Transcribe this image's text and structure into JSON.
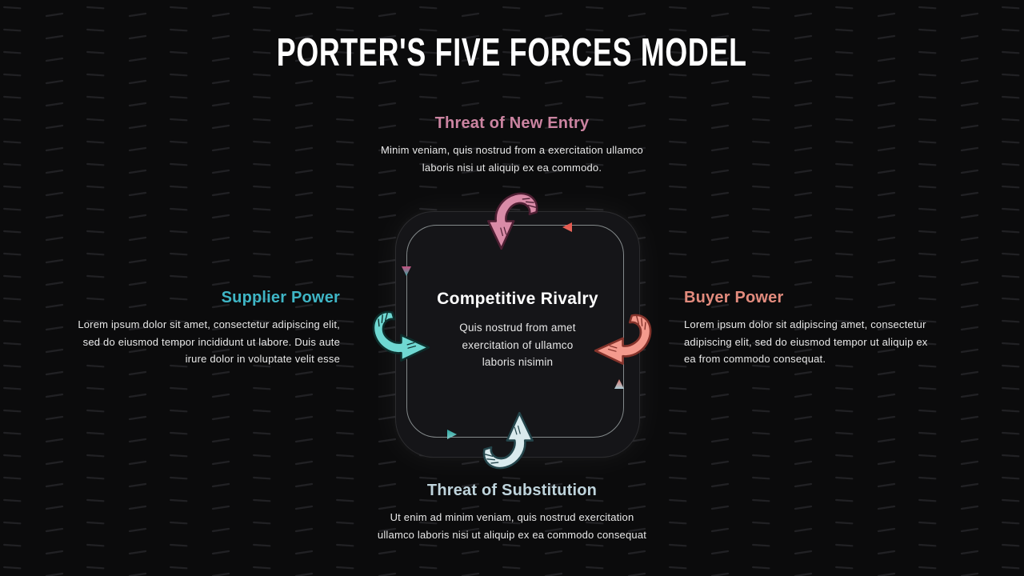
{
  "slide": {
    "title": "PORTER'S FIVE FORCES MODEL",
    "background_color": "#0b0b0c",
    "pattern_dash_color": "#242428"
  },
  "center": {
    "title": "Competitive Rivalry",
    "lines": [
      "Quis nostrud from amet",
      "exercitation of ullamco",
      "laboris nisimin"
    ]
  },
  "forces": {
    "top": {
      "title": "Threat of New Entry",
      "lines": [
        "Minim veniam, quis nostrud from a exercitation ullamco",
        "laboris nisi ut aliquip ex ea commodo."
      ],
      "accent_color": "#cb84a1",
      "arrow_fill": "#d98ba7",
      "arrow_outline": "#4e1f33"
    },
    "left": {
      "title": "Supplier Power",
      "lines": [
        "Lorem ipsum dolor sit amet, consectetur adipiscing elit,",
        "sed do eiusmod tempor incididunt ut labore. Duis aute",
        "irure dolor in voluptate velit esse"
      ],
      "accent_color": "#3fb6c6",
      "arrow_fill": "#6fd8d2",
      "arrow_outline": "#0d2e2c"
    },
    "right": {
      "title": "Buyer Power",
      "lines": [
        "Lorem ipsum dolor sit adipiscing amet, consectetur",
        "adipiscing elit, sed do eiusmod tempor ut aliquip ex",
        "ea from commodo consequat."
      ],
      "accent_color": "#e28b7d",
      "arrow_fill": "#f49a8d",
      "arrow_outline": "#84332b"
    },
    "bottom": {
      "title": "Threat of Substitution",
      "lines": [
        "Ut enim ad minim veniam, quis nostrud exercitation",
        "ullamco laboris nisi ut aliquip ex ea commodo consequat"
      ],
      "accent_color": "#bfd4dc",
      "arrow_fill": "#d9eaed",
      "arrow_outline": "#24454b"
    }
  },
  "triangles": {
    "top": {
      "start": "#e2544b",
      "end": "#e8685c"
    },
    "left": {
      "start": "#c45180",
      "end": "#3fa8a4"
    },
    "right": {
      "start": "#e0766b",
      "end": "#abccd5"
    },
    "bottom": {
      "start": "#2fa8a3",
      "end": "#7cc8c3"
    }
  }
}
